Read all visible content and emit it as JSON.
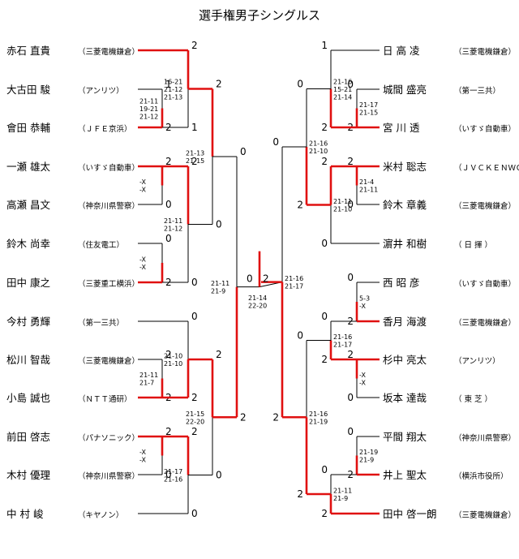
{
  "title": "選手権男子シングルス",
  "left_players": [
    {
      "name": "赤石 直貴",
      "team": "（三菱電機鎌倉）"
    },
    {
      "name": "大古田 駿",
      "team": "（アンリツ）"
    },
    {
      "name": "會田 恭輔",
      "team": "（ＪＦＥ京浜）"
    },
    {
      "name": "一瀬 雄太",
      "team": "（いすゞ自動車）"
    },
    {
      "name": "高瀬 昌文",
      "team": "（神奈川県警察）"
    },
    {
      "name": "鈴木 尚幸",
      "team": "（住友電工）"
    },
    {
      "name": "田中 康之",
      "team": "（三菱重工横浜）"
    },
    {
      "name": "今村 勇輝",
      "team": "（第一三共）"
    },
    {
      "name": "松川 智哉",
      "team": "（三菱電機鎌倉）"
    },
    {
      "name": "小島 誠也",
      "team": "（ＮＴＴ通研）"
    },
    {
      "name": "前田 啓志",
      "team": "（パナソニック）"
    },
    {
      "name": "木村 優理",
      "team": "（神奈川県警察）"
    },
    {
      "name": "中 村 峻",
      "team": "（キヤノン）"
    }
  ],
  "right_players": [
    {
      "name": "日 高 凌",
      "team": "（三菱電機鎌倉）"
    },
    {
      "name": "城間 盛亮",
      "team": "（第一三共）"
    },
    {
      "name": "宮 川 透",
      "team": "（いすゞ自動車）"
    },
    {
      "name": "米村 聡志",
      "team": "（ＪＶＣＫＥＮＷＯＯＤ）"
    },
    {
      "name": "鈴木 章義",
      "team": "（三菱電機鎌倉）"
    },
    {
      "name": "濵井 和樹",
      "team": "（ 日 揮 ）"
    },
    {
      "name": "西 昭 彦",
      "team": "（いすゞ自動車）"
    },
    {
      "name": "香月 海渡",
      "team": "（三菱電機鎌倉）"
    },
    {
      "name": "杉中 亮太",
      "team": "（アンリツ）"
    },
    {
      "name": "坂本 達哉",
      "team": "（ 東 芝 ）"
    },
    {
      "name": "平間 翔太",
      "team": "（神奈川県警察）"
    },
    {
      "name": "井上 聖太",
      "team": "（横浜市役所）"
    },
    {
      "name": "田中 啓一朗",
      "team": "（三菱電機鎌倉）"
    }
  ],
  "left_r1": [
    {
      "a_games": "1",
      "b_games": "2",
      "scores": [
        "21-11",
        "19-21",
        "21-12"
      ]
    },
    {
      "a_games": "2",
      "b_games": "0",
      "scores": [
        "-X",
        "-X"
      ]
    },
    {
      "a_games": "0",
      "b_games": "2",
      "scores": [
        "-X",
        "-X"
      ]
    },
    {
      "a_games": "2",
      "b_games": "2",
      "scores": [
        "21-11",
        "21-7"
      ]
    },
    {
      "a_games": "2",
      "b_games": "0",
      "scores": [
        "-X",
        "-X"
      ]
    }
  ],
  "left_r2": [
    {
      "a_games": "2",
      "b_games": "1",
      "scores": [
        "16-21",
        "21-12",
        "21-13"
      ]
    },
    {
      "a_games": "2",
      "b_games": "0",
      "scores": [
        "21-11",
        "21-12"
      ]
    },
    {
      "a_games": "0",
      "b_games": "2",
      "scores": [
        "21-10",
        "21-10"
      ]
    },
    {
      "a_games": "2",
      "b_games": "0",
      "scores": [
        "21-17",
        "21-16"
      ]
    }
  ],
  "left_qf": [
    {
      "a_games": "2",
      "b_games": "0",
      "scores": [
        "21-13",
        "21-15"
      ]
    },
    {
      "a_games": "2",
      "b_games": "0",
      "scores": [
        "21-15",
        "22-20"
      ]
    }
  ],
  "left_sf": {
    "a_games": "0",
    "b_games": "2",
    "scores": [
      "21-11",
      "21-9"
    ]
  },
  "right_r1": [
    {
      "a_games": "0",
      "b_games": "2",
      "scores": [
        "21-17",
        "21-15"
      ]
    },
    {
      "a_games": "2",
      "b_games": "0",
      "scores": [
        "21-4",
        "21-11"
      ]
    },
    {
      "a_games": "0",
      "b_games": "2",
      "scores": [
        "5-3",
        "-X"
      ]
    },
    {
      "a_games": "2",
      "b_games": "0",
      "scores": [
        "-X",
        "-X"
      ]
    },
    {
      "a_games": "0",
      "b_games": "2",
      "scores": [
        "21-19",
        "21-9"
      ]
    }
  ],
  "right_r2": [
    {
      "a_games": "1",
      "b_games": "2",
      "scores": [
        "21-16",
        "15-21",
        "21-14"
      ]
    },
    {
      "a_games": "2",
      "b_games": "0",
      "scores": [
        "21-11",
        "21-10"
      ]
    },
    {
      "a_games": "0",
      "b_games": "2",
      "scores": [
        "21-16",
        "21-17"
      ]
    },
    {
      "a_games": "0",
      "b_games": "2",
      "scores": [
        "21-11",
        "21-9"
      ]
    }
  ],
  "right_qf": [
    {
      "a_games": "0",
      "b_games": "2",
      "scores": [
        "21-16",
        "21-10"
      ]
    },
    {
      "a_games": "0",
      "b_games": "2",
      "scores": [
        "21-16",
        "21-19"
      ]
    }
  ],
  "right_sf": {
    "a_games": "0",
    "b_games": "2",
    "scores": [
      "21-16",
      "21-17"
    ]
  },
  "final": {
    "left_games": "0",
    "right_games": "2",
    "scores": [
      "21-14",
      "22-20"
    ]
  }
}
